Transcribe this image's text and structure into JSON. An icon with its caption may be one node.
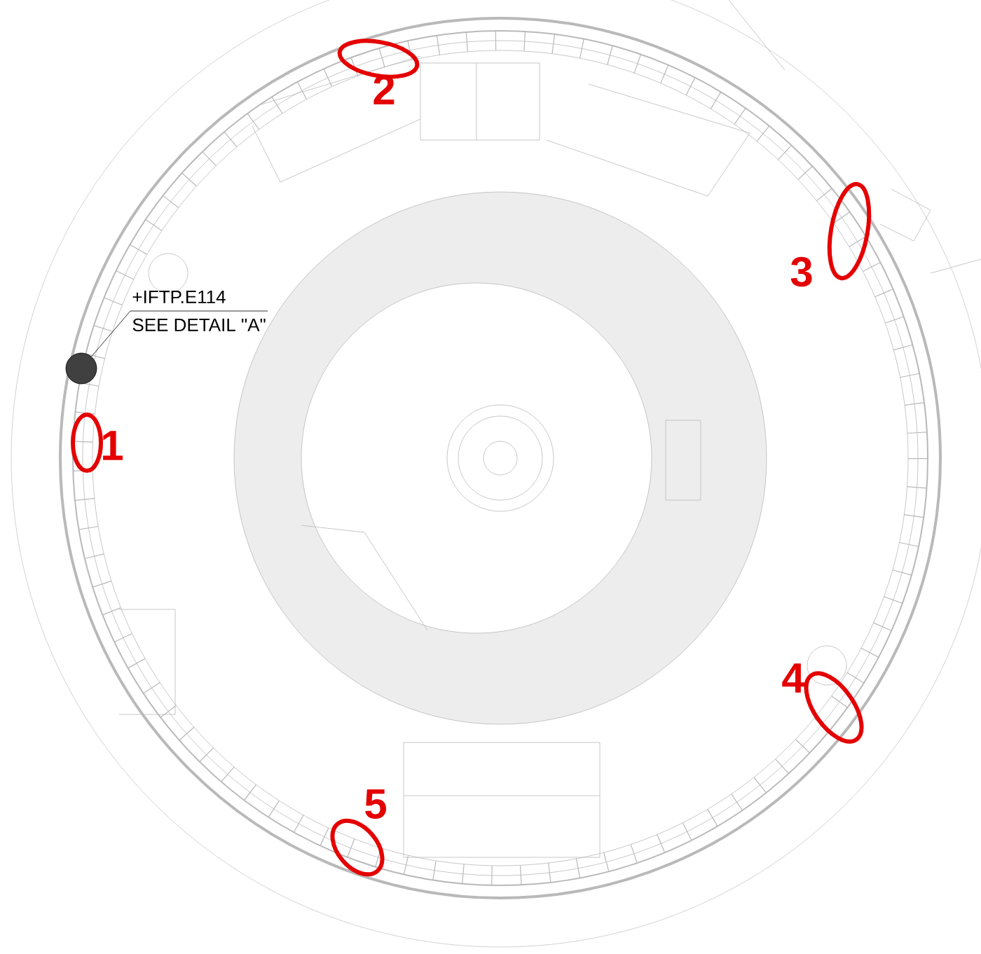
{
  "diagram": {
    "nodes": [
      {
        "text": [
          "+IFTP.E114",
          "SEE DETAIL \"A\""
        ]
      },
      {
        "text": [],
        "shape": "circle"
      }
    ],
    "edges": [
      {
        "from": 1,
        "to": 0,
        "arrow": "none"
      }
    ],
    "labels": [
      "2",
      "3",
      "1",
      "4",
      "5"
    ]
  }
}
